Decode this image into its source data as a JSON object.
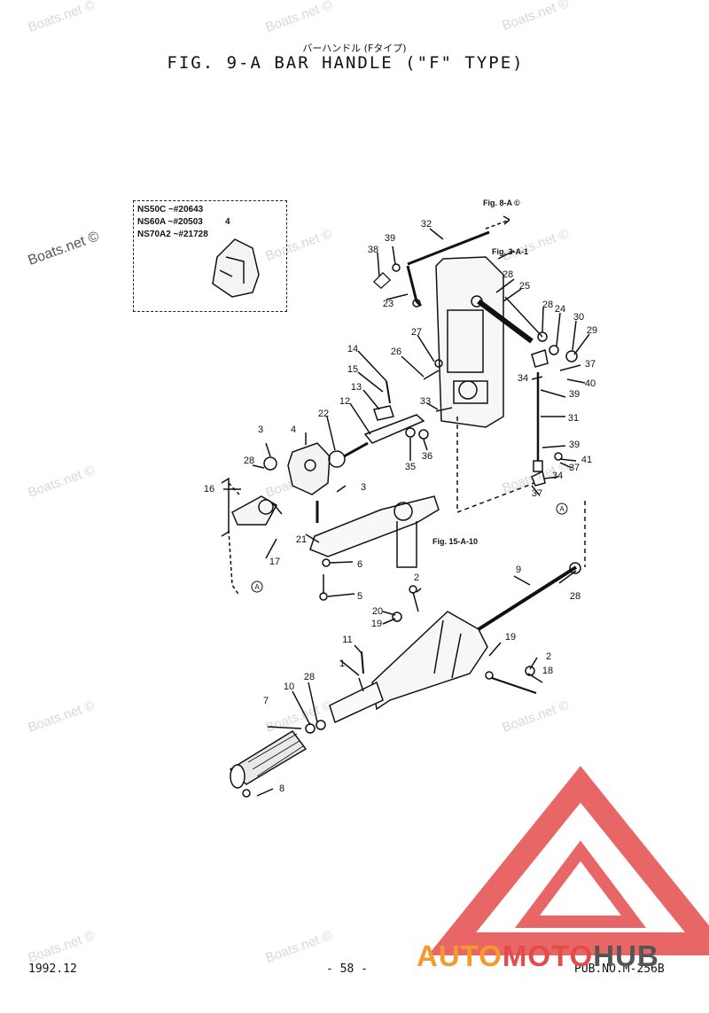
{
  "title": {
    "japanese": "バーハンドル (Fタイプ)",
    "main": "FIG.  9-A BAR HANDLE (\"F\" TYPE)"
  },
  "watermark": "Boats.net ©",
  "inset": {
    "models": [
      "NS50C  ~#20643",
      "NS60A  ~#20503",
      "NS70A2 ~#21728"
    ],
    "part": "4"
  },
  "references": {
    "fig_8a": "Fig. 8-A ©",
    "fig_3a": "Fig. 3-A-1",
    "fig_15a": "Fig. 15-A-10",
    "circle_a": "A"
  },
  "callouts": [
    "1",
    "2",
    "3",
    "4",
    "5",
    "6",
    "7",
    "8",
    "9",
    "10",
    "11",
    "12",
    "13",
    "14",
    "15",
    "16",
    "17",
    "18",
    "19",
    "20",
    "21",
    "22",
    "23",
    "24",
    "25",
    "26",
    "27",
    "28",
    "29",
    "30",
    "31",
    "32",
    "33",
    "34",
    "35",
    "36",
    "37",
    "38",
    "39",
    "40",
    "41"
  ],
  "footer": {
    "date": "1992.12",
    "page": "- 58 -",
    "pub": "PUB.NO.M-256B"
  },
  "brand": {
    "part1": "AUTO",
    "part2": "MOTO",
    "part3": "HUB",
    "color_orange": "#f39a2b",
    "color_red": "#e44b4b",
    "color_gray": "#555555"
  }
}
